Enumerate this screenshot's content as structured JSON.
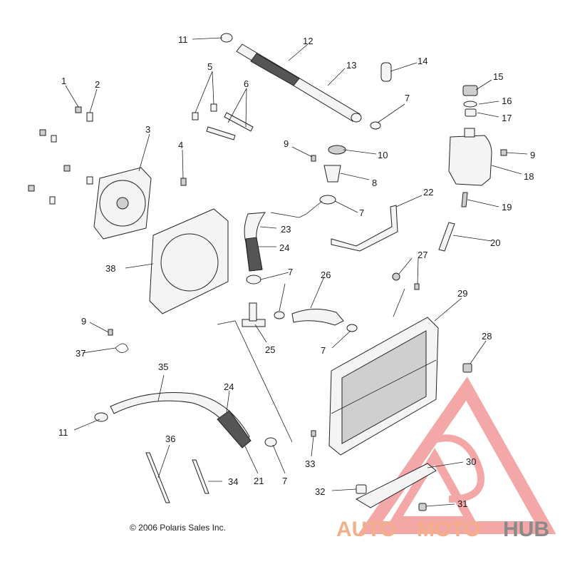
{
  "copyright": "© 2006 Polaris Sales Inc.",
  "watermark": {
    "word1": "AUTO",
    "word2": "MOTO",
    "word3": "HUB",
    "color_main": "#f2a9a9",
    "color_hub": "#8a8a8a"
  },
  "callouts": [
    "11",
    "12",
    "13",
    "14",
    "15",
    "16",
    "17",
    "1",
    "2",
    "5",
    "6",
    "7",
    "3",
    "4",
    "9",
    "10",
    "8",
    "18",
    "22",
    "19",
    "20",
    "23",
    "24",
    "38",
    "7",
    "26",
    "27",
    "29",
    "9",
    "25",
    "37",
    "7",
    "28",
    "35",
    "24",
    "11",
    "36",
    "21",
    "34",
    "7",
    "33",
    "30",
    "32",
    "31",
    "9",
    "7",
    "7"
  ]
}
